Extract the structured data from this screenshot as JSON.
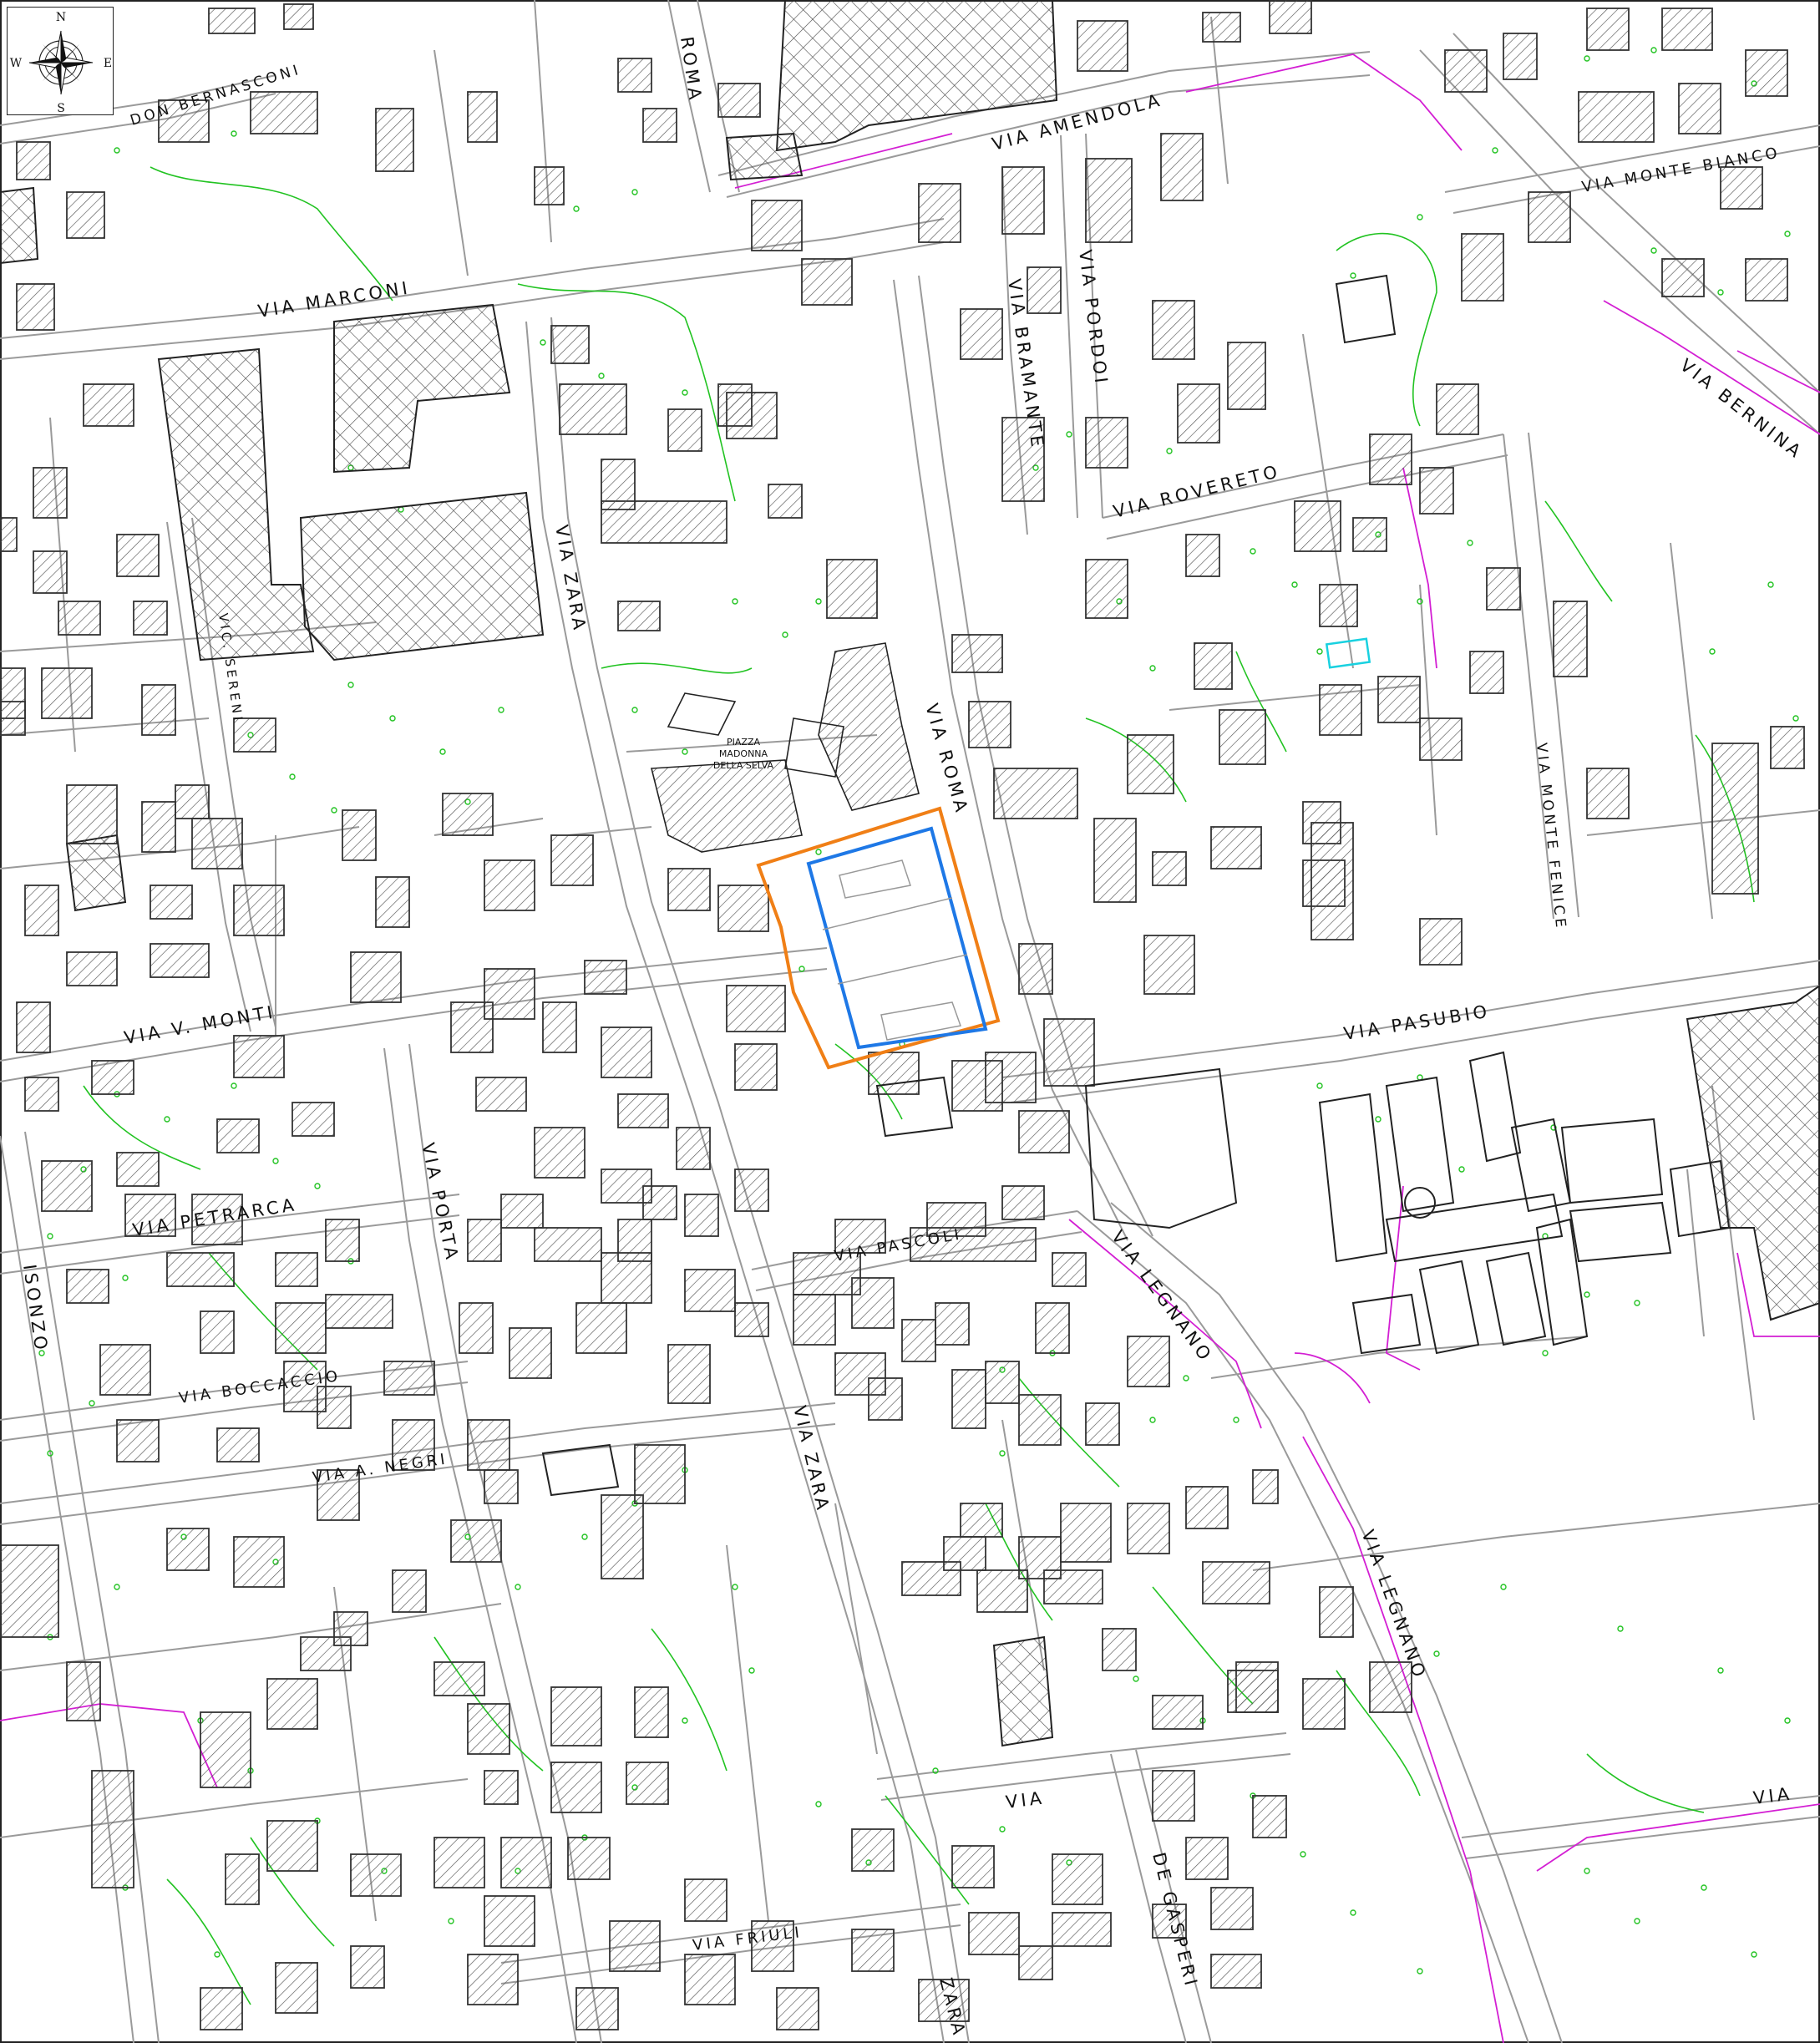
{
  "compass": {
    "north": "N",
    "south": "S",
    "east": "E",
    "west": "W"
  },
  "colors": {
    "street_line": "#9a9a9a",
    "building_outline": "#333333",
    "hatch": "#555555",
    "green_line": "#22c322",
    "magenta_line": "#d31fd3",
    "orange_boundary": "#f07f16",
    "blue_boundary": "#1e78e6",
    "cyan_pool": "#19d1e0"
  },
  "streets": [
    {
      "id": "don-bernasconi",
      "label": "DON BERNASCONI"
    },
    {
      "id": "marconi",
      "label": "VIA    MARCONI"
    },
    {
      "id": "roma-top",
      "label": "ROMA"
    },
    {
      "id": "amendola",
      "label": "VIA    AMENDOLA"
    },
    {
      "id": "monte-bianco",
      "label": "VIA    MONTE BIANCO"
    },
    {
      "id": "bernina",
      "label": "VIA    BERNINA"
    },
    {
      "id": "pordoi",
      "label": "VIA    PORDOI"
    },
    {
      "id": "bramante",
      "label": "VIA    BRAMANTE"
    },
    {
      "id": "rovereto",
      "label": "VIA    ROVERETO"
    },
    {
      "id": "zara-top",
      "label": "VIA    ZARA"
    },
    {
      "id": "sereni",
      "label": "VIC. SERENI"
    },
    {
      "id": "roma-mid",
      "label": "VIA    ROMA"
    },
    {
      "id": "monte-fenice",
      "label": "VIA    MONTE FENICE"
    },
    {
      "id": "pasubio",
      "label": "VIA    PASUBIO"
    },
    {
      "id": "monti",
      "label": "VIA    V.    MONTI"
    },
    {
      "id": "porta",
      "label": "VIA    PORTA"
    },
    {
      "id": "petrarca",
      "label": "VIA    PETRARCA"
    },
    {
      "id": "isonzo",
      "label": "ISONZO"
    },
    {
      "id": "pascoli",
      "label": "VIA    PASCOLI"
    },
    {
      "id": "legnano-1",
      "label": "VIA    LEGNANO"
    },
    {
      "id": "boccaccio",
      "label": "VIA    BOCCACCIO"
    },
    {
      "id": "negri",
      "label": "VIA    A.    NEGRI"
    },
    {
      "id": "zara-low",
      "label": "VIA    ZARA"
    },
    {
      "id": "legnano-2",
      "label": "VIA    LEGNANO"
    },
    {
      "id": "via-right",
      "label": "VIA"
    },
    {
      "id": "via-bottom",
      "label": "VIA"
    },
    {
      "id": "de-gasperi",
      "label": "DE    GASPERI"
    },
    {
      "id": "friuli",
      "label": "VIA    FRIULI"
    },
    {
      "id": "zara-bottom",
      "label": "ZARA"
    }
  ],
  "piazza": {
    "line1": "PIAZZA",
    "line2": "MADONNA",
    "line3": "DELLA SELVA"
  }
}
